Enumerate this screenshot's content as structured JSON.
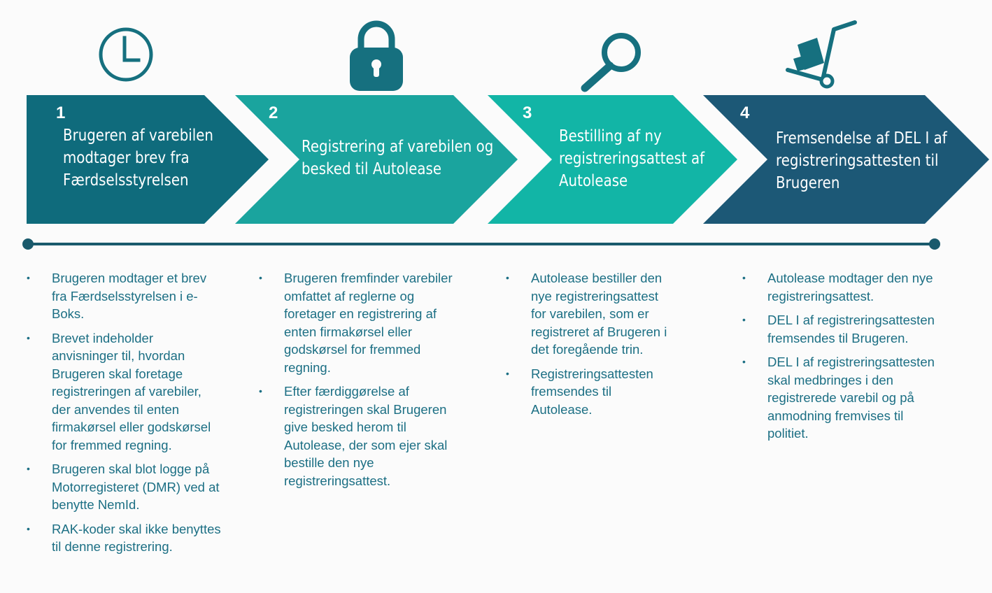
{
  "colors": {
    "step1": "#0f6b7c",
    "step2": "#1aa49e",
    "step3": "#12b5a6",
    "step4": "#1c5876",
    "icon": "#16707f",
    "timeline": "#1a5a6c",
    "text": "#1c6f84"
  },
  "icons": [
    "clock-icon",
    "padlock-icon",
    "magnifier-icon",
    "hand-truck-icon"
  ],
  "steps": [
    {
      "number": "1",
      "title": [
        "Brugeren af varebilen",
        "modtager brev fra",
        "Færdselsstyrelsen"
      ]
    },
    {
      "number": "2",
      "title": [
        "Registrering af varebilen og",
        "besked til Autolease"
      ]
    },
    {
      "number": "3",
      "title": [
        "Bestilling af ny",
        "registreringsattest af",
        "Autolease"
      ]
    },
    {
      "number": "4",
      "title": [
        "Fremsendelse af DEL I af",
        "registreringsattesten til",
        "Brugeren"
      ]
    }
  ],
  "bullets": [
    [
      [
        "Brugeren modtager et brev",
        "fra Færdselsstyrelsen i e-",
        "Boks."
      ],
      [
        "Brevet indeholder",
        "anvisninger til, hvordan",
        "Brugeren skal foretage",
        "registreringen af varebiler,",
        "der anvendes til enten",
        "firmakørsel eller godskørsel",
        "for fremmed regning."
      ],
      [
        "Brugeren skal blot logge på",
        "Motorregisteret (DMR) ved at",
        "benytte NemId."
      ],
      [
        "RAK-koder skal ikke benyttes",
        "til denne registrering."
      ]
    ],
    [
      [
        "Brugeren fremfinder varebiler",
        "omfattet af reglerne og",
        "foretager en registrering af",
        "enten firmakørsel eller",
        "godskørsel for fremmed",
        "regning."
      ],
      [
        "Efter færdiggørelse af",
        "registreringen skal Brugeren",
        "give besked herom til",
        "Autolease, der som ejer skal",
        "bestille den nye",
        "registreringsattest."
      ]
    ],
    [
      [
        "Autolease bestiller den",
        "nye registreringsattest",
        "for varebilen, som er",
        "registreret af Brugeren i",
        "det foregående trin."
      ],
      [
        "Registreringsattesten",
        "fremsendes til",
        "Autolease."
      ]
    ],
    [
      [
        "Autolease modtager den nye",
        "registreringsattest."
      ],
      [
        "DEL I af registreringsattesten",
        "fremsendes til Brugeren."
      ],
      [
        "DEL I af registreringsattesten",
        "skal medbringes i den",
        "registrerede varebil og på",
        "anmodning fremvises til",
        "politiet."
      ]
    ]
  ],
  "bullet_char": "•"
}
